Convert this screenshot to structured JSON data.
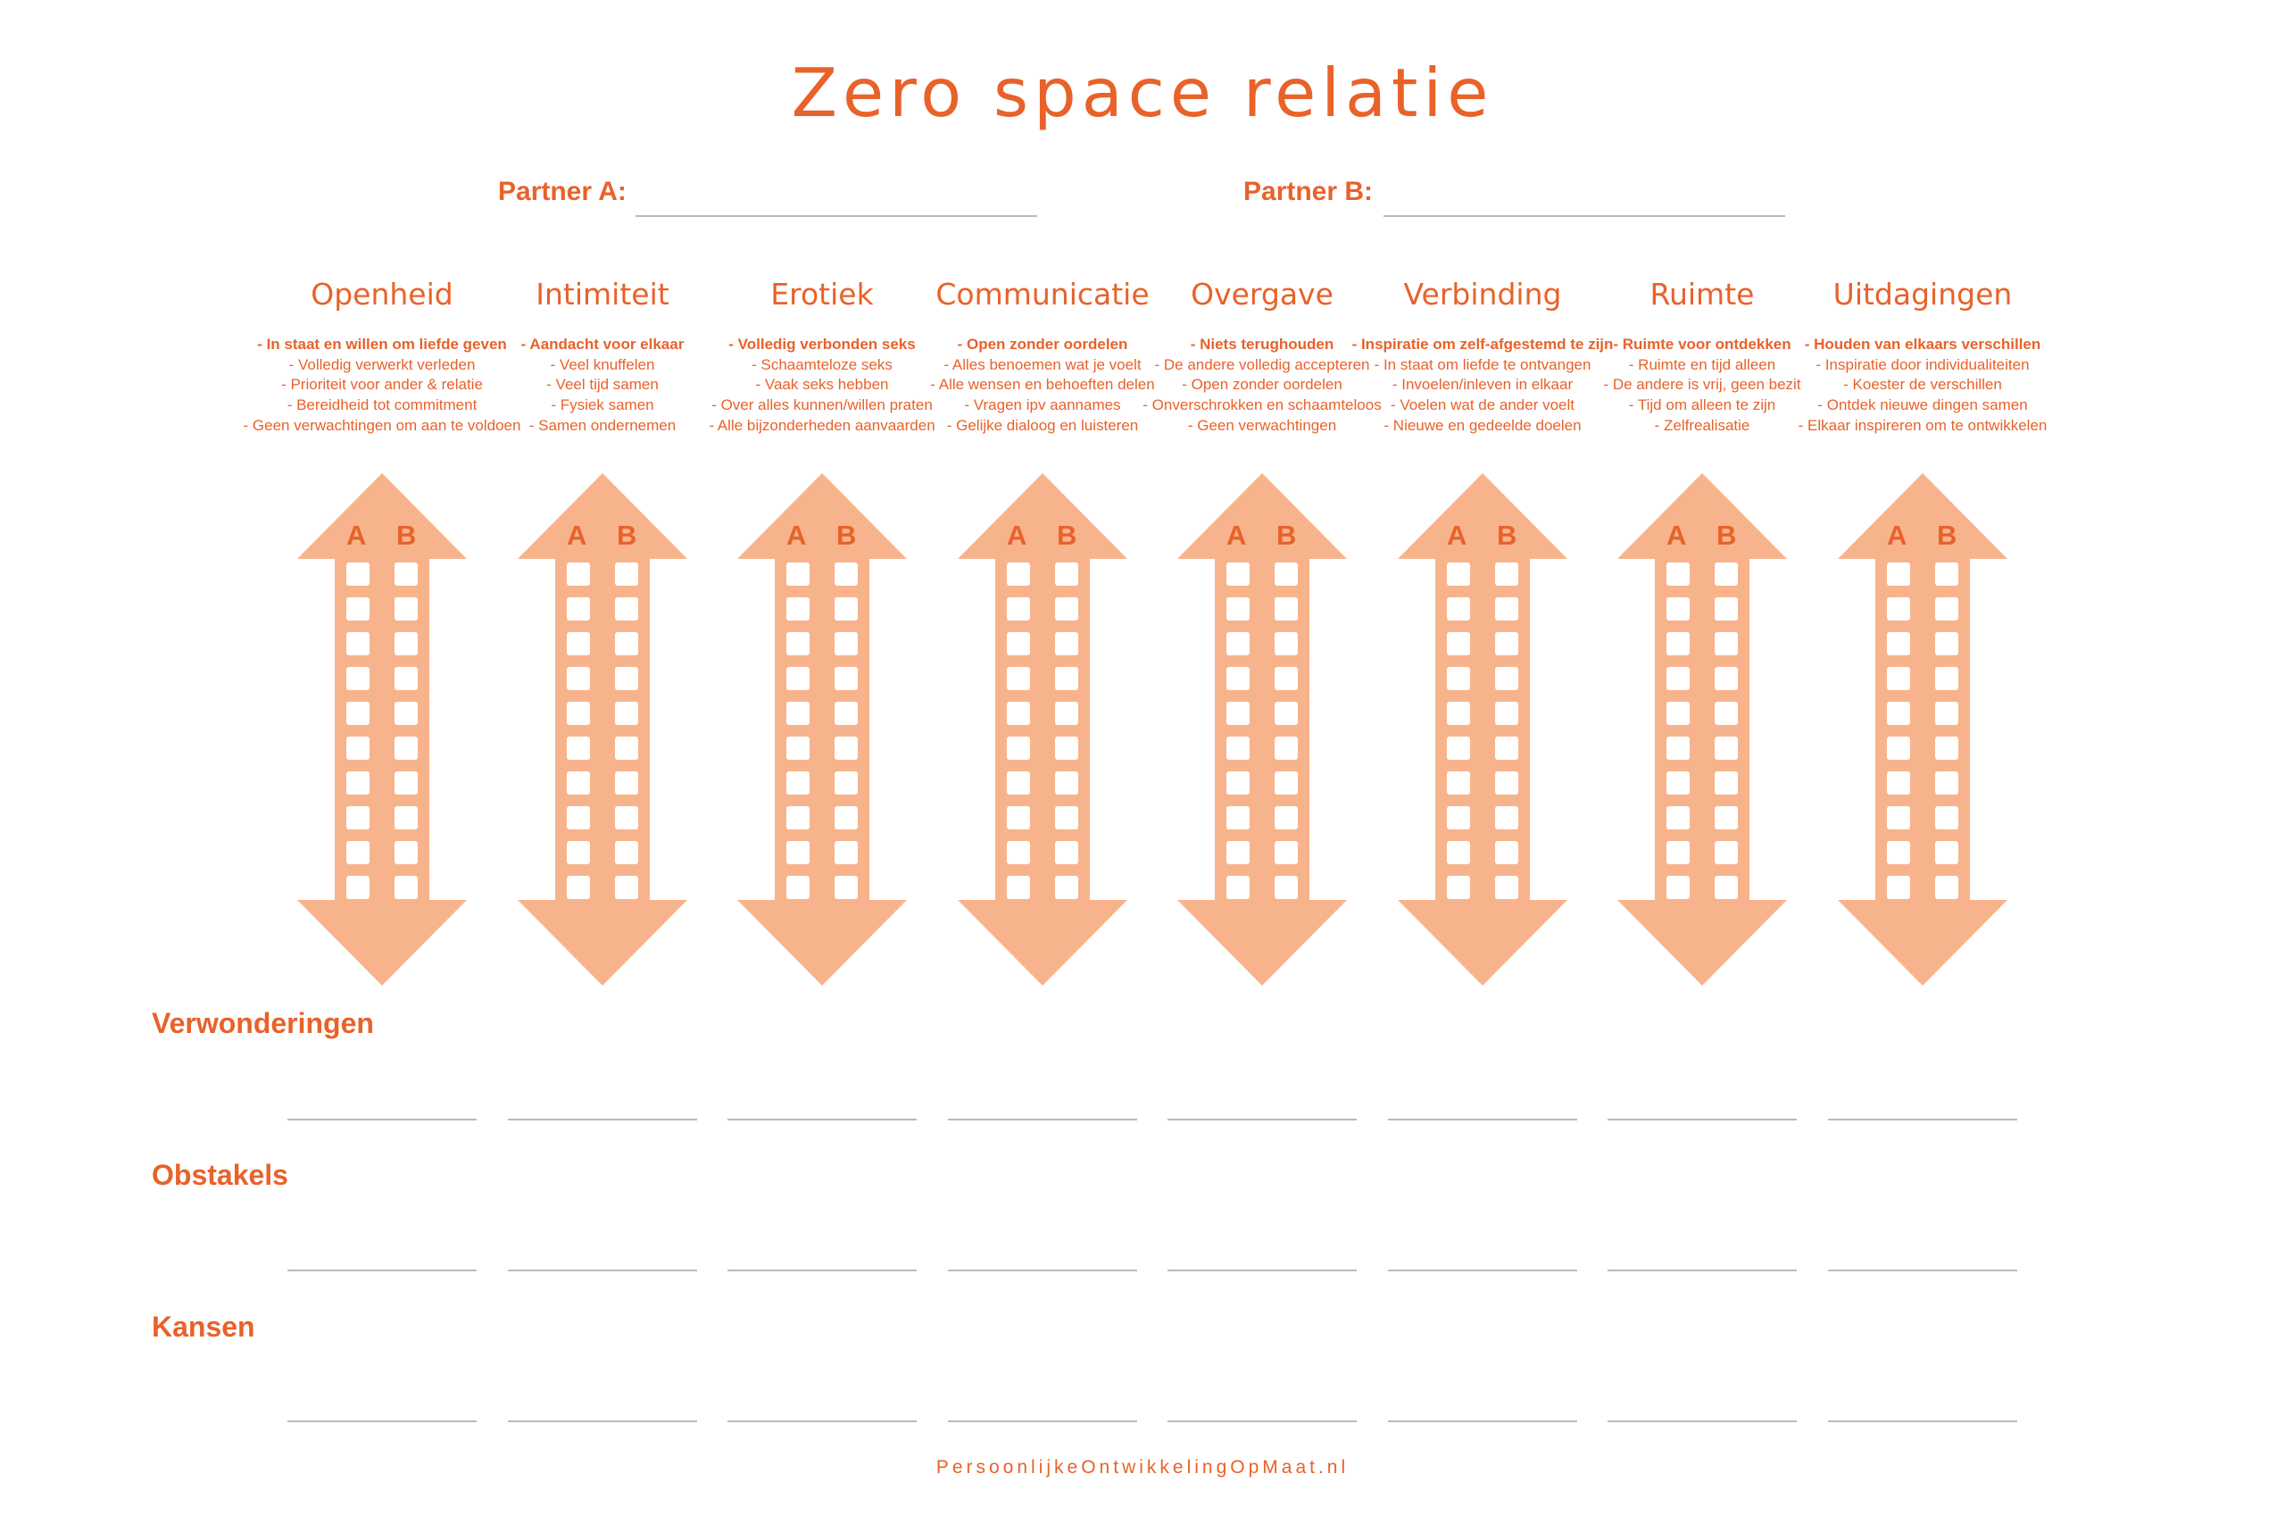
{
  "title": "Zero space relatie",
  "partner_a_label": "Partner A:",
  "partner_b_label": "Partner B:",
  "arrow_color": "#f7b48c",
  "accent_color": "#e8622a",
  "arrow_letters": {
    "a": "A",
    "b": "B"
  },
  "columns": [
    {
      "heading": "Openheid",
      "items": [
        "- In staat en willen om liefde geven",
        "- Volledig verwerkt verleden",
        "- Prioriteit voor ander & relatie",
        "- Bereidheid tot commitment",
        "- Geen verwachtingen om aan te voldoen"
      ]
    },
    {
      "heading": "Intimiteit",
      "items": [
        "- Aandacht voor elkaar",
        "- Veel knuffelen",
        "- Veel tijd samen",
        "- Fysiek samen",
        "- Samen ondernemen"
      ]
    },
    {
      "heading": "Erotiek",
      "items": [
        "- Volledig verbonden seks",
        "- Schaamteloze seks",
        "- Vaak seks hebben",
        "- Over alles kunnen/willen praten",
        "- Alle bijzonderheden aanvaarden"
      ]
    },
    {
      "heading": "Communicatie",
      "items": [
        "- Open zonder oordelen",
        "- Alles benoemen wat je voelt",
        "- Alle wensen en behoeften delen",
        "- Vragen ipv aannames",
        "- Gelijke dialoog en luisteren"
      ]
    },
    {
      "heading": "Overgave",
      "items": [
        "- Niets terughouden",
        "- De andere volledig accepteren",
        "- Open zonder oordelen",
        "- Onverschrokken en schaamteloos",
        "- Geen verwachtingen"
      ]
    },
    {
      "heading": "Verbinding",
      "items": [
        "- Inspiratie om zelf-afgestemd te zijn",
        "- In staat om liefde te ontvangen",
        "- Invoelen/inleven in elkaar",
        "- Voelen wat de ander voelt",
        "- Nieuwe en gedeelde doelen"
      ]
    },
    {
      "heading": "Ruimte",
      "items": [
        "- Ruimte voor ontdekken",
        "- Ruimte en tijd alleen",
        "- De andere is vrij, geen bezit",
        "- Tijd om alleen te zijn",
        "- Zelfrealisatie"
      ]
    },
    {
      "heading": "Uitdagingen",
      "items": [
        "- Houden van elkaars verschillen",
        "- Inspiratie door individualiteiten",
        "- Koester de verschillen",
        "- Ontdek nieuwe dingen samen",
        "- Elkaar inspireren om te ontwikkelen"
      ]
    }
  ],
  "sections": {
    "verwonderingen": "Verwonderingen",
    "obstakels": "Obstakels",
    "kansen": "Kansen"
  },
  "footer": "PersoonlijkeOntwikkelingOpMaat.nl"
}
